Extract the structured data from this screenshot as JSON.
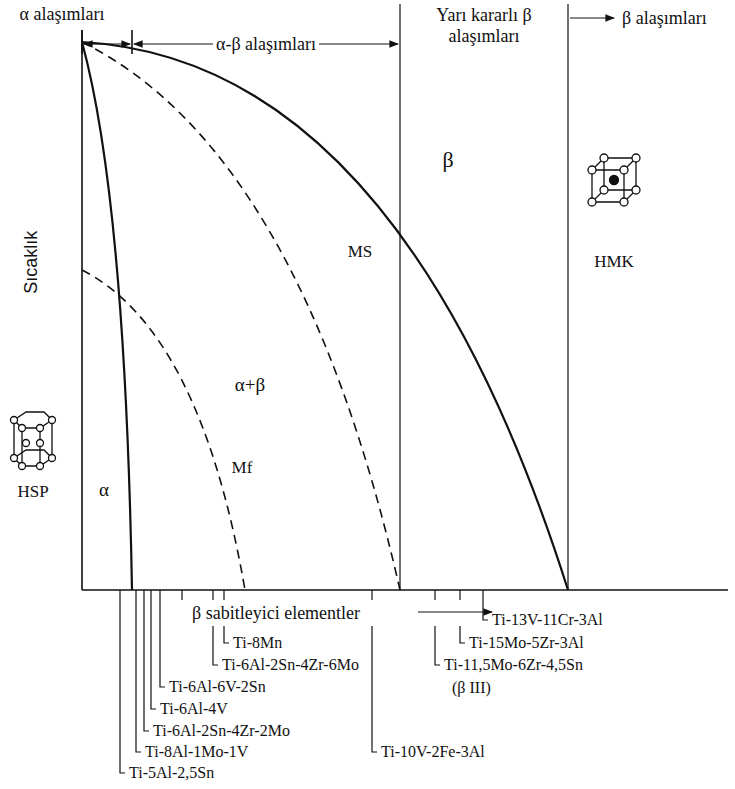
{
  "diagram": {
    "labels": [
      "α alaşımları",
      "α-β alaşımları",
      "Yarı kararlı β alaşımları",
      "β alaşımları",
      "β",
      "HMK",
      "Sıcaklık",
      "MS",
      "α+β",
      "Mf",
      "α",
      "HSP",
      "β sabitleyici elementler",
      "Ti-13V-11Cr-3Al",
      "Ti-8Mn",
      "Ti-15Mo-5Zr-3Al",
      "Ti-6Al-2Sn-4Zr-6Mo",
      "Ti-11,5Mo-6Zr-4,5Sn",
      "Ti-6Al-6V-2Sn",
      "(β III)",
      "Ti-6Al-4V",
      "Ti-6Al-2Sn-4Zr-2Mo",
      "Ti-8Al-1Mo-1V",
      "Ti-10V-2Fe-3Al",
      "Ti-5Al-2,5Sn"
    ]
  }
}
